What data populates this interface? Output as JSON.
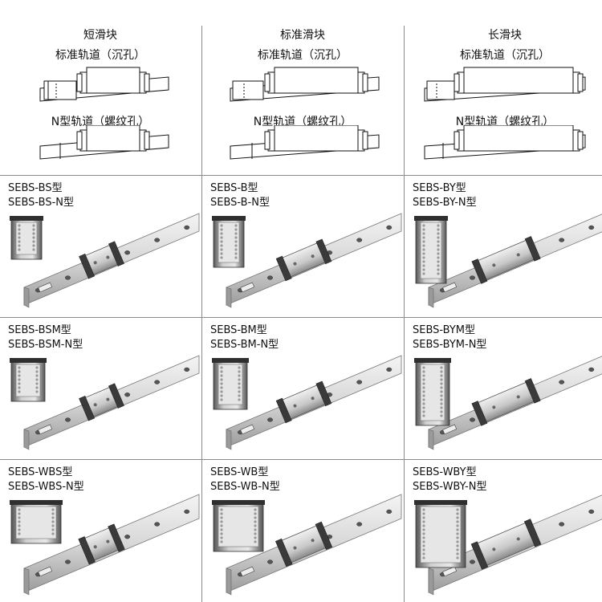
{
  "headers": [
    {
      "title": "短滑块",
      "rail_standard": "标准轨道（沉孔）",
      "rail_n": "N型轨道（螺纹孔）",
      "block": "short"
    },
    {
      "title": "标准滑块",
      "rail_standard": "标准轨道（沉孔）",
      "rail_n": "N型轨道（螺纹孔）",
      "block": "standard"
    },
    {
      "title": "长滑块",
      "rail_standard": "标准轨道（沉孔）",
      "rail_n": "N型轨道（螺纹孔）",
      "block": "long"
    }
  ],
  "products": [
    {
      "name": "SEBS-BS型",
      "name_n": "SEBS-BS-N型",
      "block": "short",
      "flange": "narrow"
    },
    {
      "name": "SEBS-B型",
      "name_n": "SEBS-B-N型",
      "block": "standard",
      "flange": "narrow"
    },
    {
      "name": "SEBS-BY型",
      "name_n": "SEBS-BY-N型",
      "block": "long",
      "flange": "narrow"
    },
    {
      "name": "SEBS-BSM型",
      "name_n": "SEBS-BSM-N型",
      "block": "short",
      "flange": "small"
    },
    {
      "name": "SEBS-BM型",
      "name_n": "SEBS-BM-N型",
      "block": "standard",
      "flange": "small"
    },
    {
      "name": "SEBS-BYM型",
      "name_n": "SEBS-BYM-N型",
      "block": "long",
      "flange": "small"
    },
    {
      "name": "SEBS-WBS型",
      "name_n": "SEBS-WBS-N型",
      "block": "short",
      "flange": "wide"
    },
    {
      "name": "SEBS-WB型",
      "name_n": "SEBS-WB-N型",
      "block": "standard",
      "flange": "wide"
    },
    {
      "name": "SEBS-WBY型",
      "name_n": "SEBS-WBY-N型",
      "block": "long",
      "flange": "wide"
    }
  ]
}
